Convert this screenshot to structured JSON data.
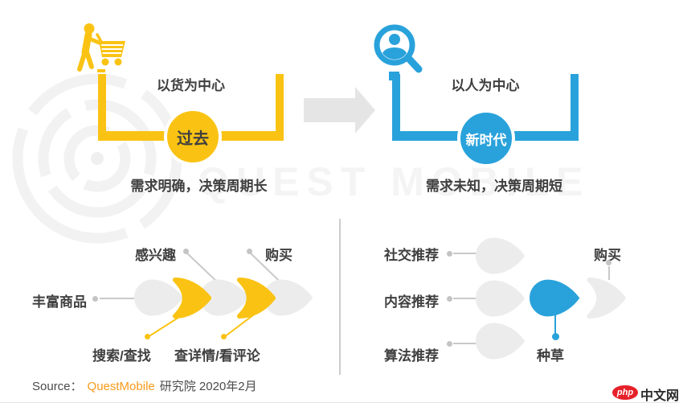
{
  "colors": {
    "yellow": "#FAC314",
    "blue": "#29A2DB",
    "shape_gray": "#ECECEC",
    "arrow_gray": "#E5E5E5",
    "text": "#3F3F3F",
    "source_orange": "#F89A1C",
    "logo_red": "#E62129"
  },
  "watermark": {
    "text": "QUEST MOBILE"
  },
  "top_left": {
    "icon": "person-pushing-cart-icon",
    "bracket_label": "以货为中心",
    "circle_label": "过去",
    "caption": "需求明确，决策周期长"
  },
  "top_right": {
    "icon": "person-magnifier-icon",
    "bracket_label": "以人为中心",
    "circle_label": "新时代",
    "caption": "需求未知，决策周期短"
  },
  "bottom_left": {
    "label_products": "丰富商品",
    "label_interest": "感兴趣",
    "label_buy": "购买",
    "label_search": "搜索/查找",
    "label_details": "查详情/看评论"
  },
  "bottom_right": {
    "label_social": "社交推荐",
    "label_content": "内容推荐",
    "label_algorithm": "算法推荐",
    "label_seed": "种草",
    "label_buy": "购买"
  },
  "footer": {
    "source_prefix": "Source：",
    "source_brand": "QuestMobile",
    "source_suffix": "研究院 2020年2月",
    "logo_badge": "php",
    "logo_text": "中文网"
  }
}
